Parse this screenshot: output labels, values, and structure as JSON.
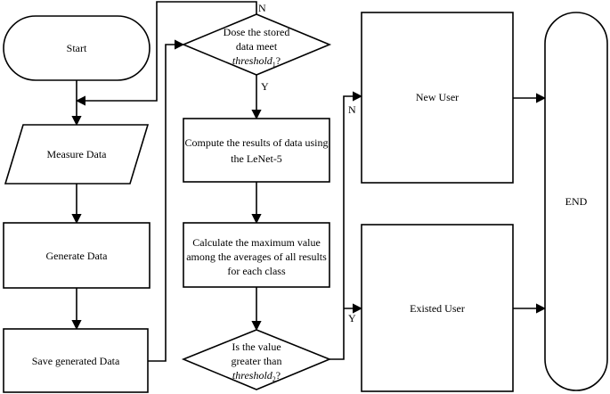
{
  "nodes": {
    "start": "Start",
    "measure": "Measure Data",
    "generate": "Generate Data",
    "save": "Save generated Data",
    "check1": {
      "line1": "Dose the stored",
      "line2": "data meet",
      "line3_var": "threshold",
      "line3_sub": "1",
      "line3_tail": "?"
    },
    "compute": {
      "line1": "Compute the results of data using",
      "line2": "the LeNet-5"
    },
    "calc": {
      "line1": "Calculate the maximum value",
      "line2": "among the averages of all results",
      "line3": "for each class"
    },
    "check2": {
      "line1": "Is the value",
      "line2": "greater than",
      "line3_var": "threshold",
      "line3_sub": "2",
      "line3_tail": "?"
    },
    "new_user": "New User",
    "existed_user": "Existed User",
    "end": "END"
  },
  "edge_labels": {
    "check1_no": "N",
    "check1_yes": "Y",
    "check2_no": "N",
    "check2_yes": "Y"
  }
}
